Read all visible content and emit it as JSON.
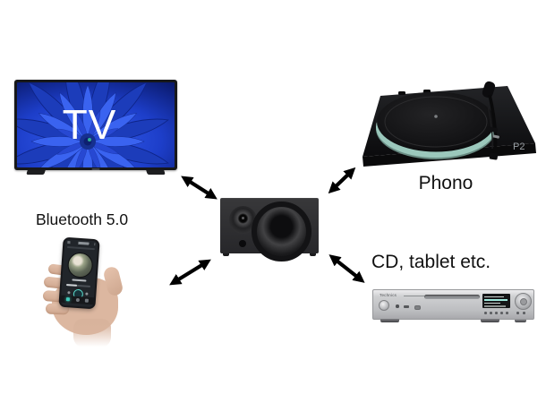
{
  "diagram": {
    "description": "Hi-fi sources connected to an active speaker",
    "nodes": {
      "tv": {
        "label": "TV"
      },
      "phone": {
        "label": "Bluetooth 5.0"
      },
      "turntable": {
        "label": "Phono",
        "badge": "P2"
      },
      "cd_player": {
        "label": "CD, tablet etc.",
        "brand": "Technics"
      },
      "speaker": {
        "role": "central active speaker"
      }
    },
    "connections": [
      {
        "from": "tv",
        "to": "speaker",
        "bidirectional": true
      },
      {
        "from": "turntable",
        "to": "speaker",
        "bidirectional": true
      },
      {
        "from": "phone",
        "to": "speaker",
        "bidirectional": true
      },
      {
        "from": "cd_player",
        "to": "speaker",
        "bidirectional": true
      }
    ],
    "colors": {
      "background": "#ffffff",
      "arrow": "#000000",
      "tv_flower_blue": "#2b57f0",
      "platter_rim_teal": "#b7dcd2",
      "phone_accent_teal": "#3fc9ba",
      "cd_silver": "#c9cacc",
      "speaker_body": "#2d2d2f"
    }
  }
}
